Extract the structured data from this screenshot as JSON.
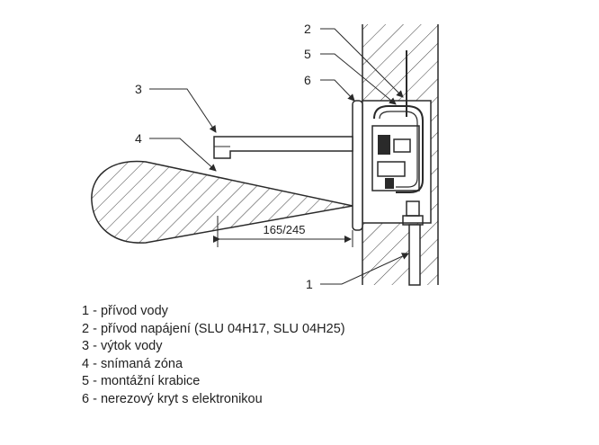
{
  "callouts": {
    "c1": "1",
    "c2": "2",
    "c3": "3",
    "c4": "4",
    "c5": "5",
    "c6": "6"
  },
  "dimension": {
    "label": "165/245"
  },
  "legend": {
    "items": [
      "1 - přívod vody",
      "2 - přívod napájení (SLU 04H17, SLU 04H25)",
      "3 - výtok vody",
      "4 - snímaná zóna",
      "5 - montážní krabice",
      "6 - nerezový kryt s elektronikou"
    ]
  },
  "colors": {
    "line": "#2a2a2a",
    "hatch": "#3a3a3a",
    "background": "#ffffff"
  }
}
